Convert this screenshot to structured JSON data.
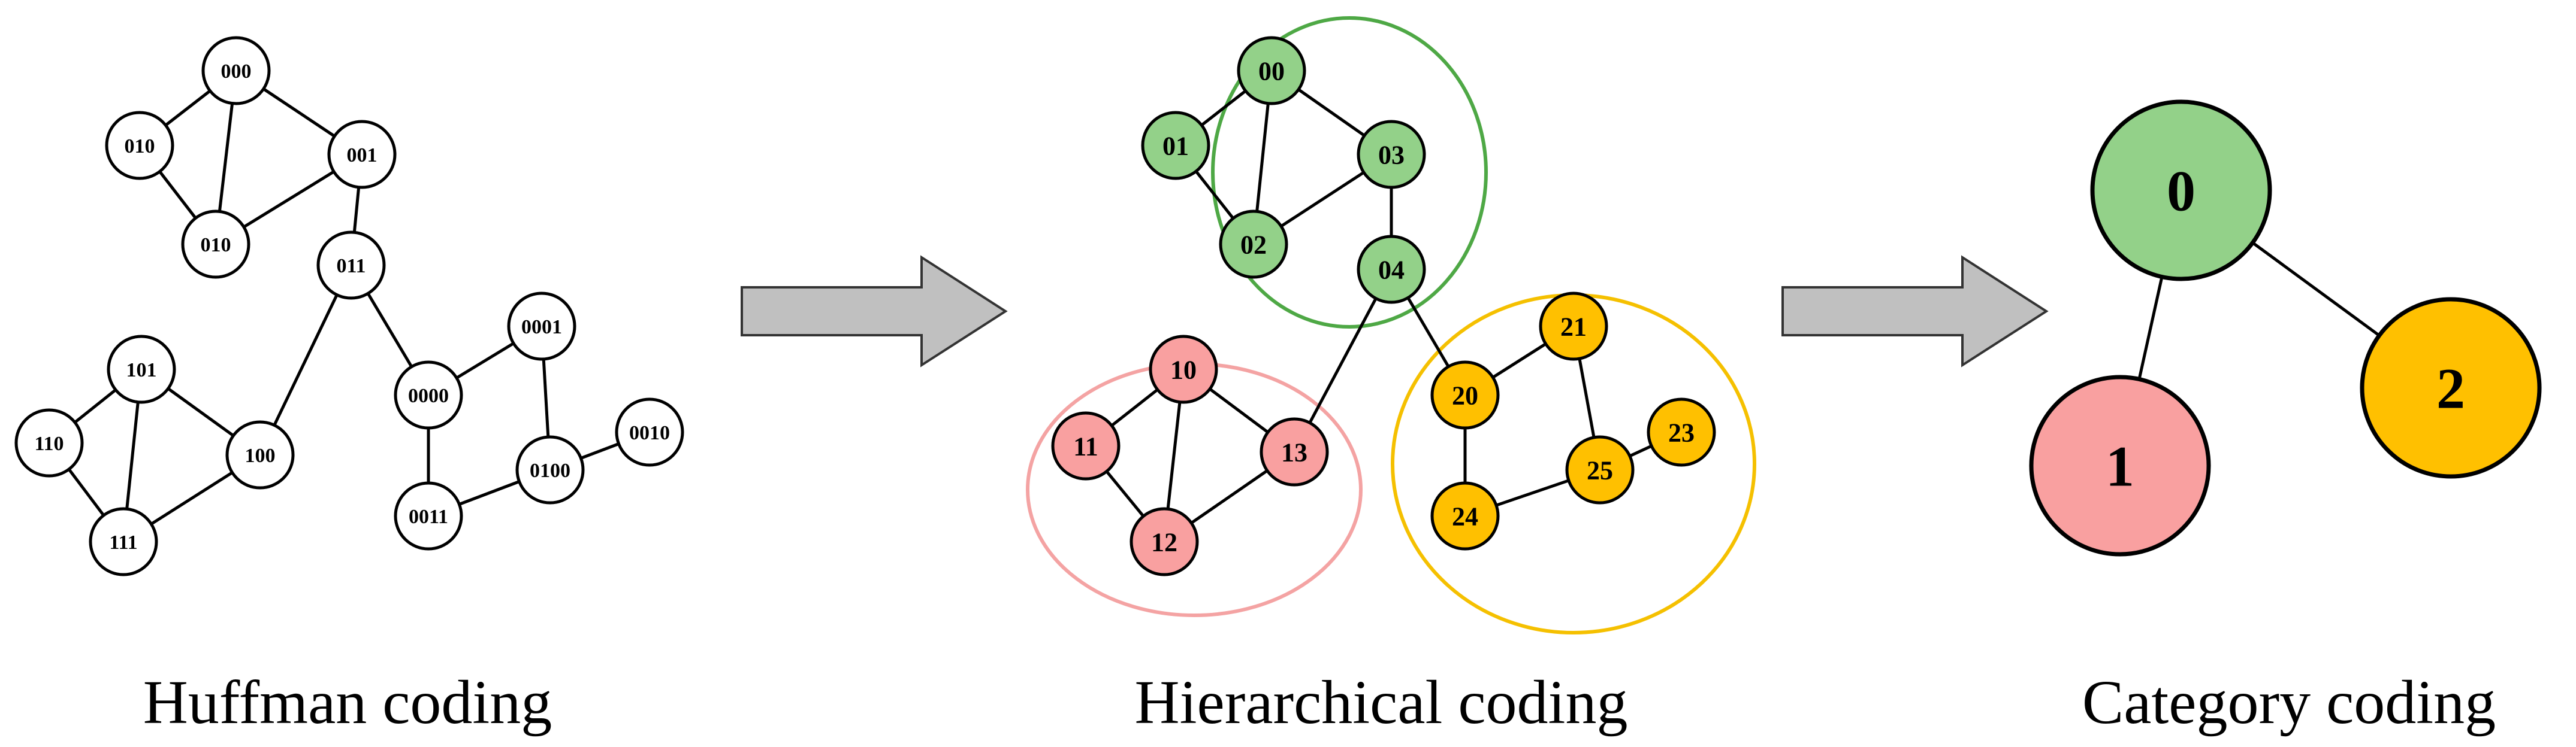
{
  "panels": [
    {
      "id": "huffman",
      "caption": "Huffman coding",
      "nodes": [
        {
          "id": "n000",
          "label": "000"
        },
        {
          "id": "n010a",
          "label": "010"
        },
        {
          "id": "n001",
          "label": "001"
        },
        {
          "id": "n010b",
          "label": "010"
        },
        {
          "id": "n011",
          "label": "011"
        },
        {
          "id": "n101",
          "label": "101"
        },
        {
          "id": "n110",
          "label": "110"
        },
        {
          "id": "n100",
          "label": "100"
        },
        {
          "id": "n111",
          "label": "111"
        },
        {
          "id": "n0001",
          "label": "0001"
        },
        {
          "id": "n0000",
          "label": "0000"
        },
        {
          "id": "n0010",
          "label": "0010"
        },
        {
          "id": "n0100",
          "label": "0100"
        },
        {
          "id": "n0011",
          "label": "0011"
        }
      ],
      "edges": [
        [
          "n000",
          "n010a"
        ],
        [
          "n000",
          "n001"
        ],
        [
          "n000",
          "n010b"
        ],
        [
          "n010a",
          "n010b"
        ],
        [
          "n010b",
          "n001"
        ],
        [
          "n001",
          "n011"
        ],
        [
          "n011",
          "n100"
        ],
        [
          "n011",
          "n0000"
        ],
        [
          "n101",
          "n110"
        ],
        [
          "n101",
          "n100"
        ],
        [
          "n101",
          "n111"
        ],
        [
          "n110",
          "n111"
        ],
        [
          "n111",
          "n100"
        ],
        [
          "n0000",
          "n0001"
        ],
        [
          "n0000",
          "n0011"
        ],
        [
          "n0001",
          "n0100"
        ],
        [
          "n0100",
          "n0011"
        ],
        [
          "n0100",
          "n0010"
        ]
      ]
    },
    {
      "id": "hierarchical",
      "caption": "Hierarchical coding",
      "groups": [
        {
          "id": "g0",
          "color": "#4ea845"
        },
        {
          "id": "g1",
          "color": "#f4a3a3"
        },
        {
          "id": "g2",
          "color": "#f5c000"
        }
      ],
      "nodes": [
        {
          "id": "h00",
          "label": "00",
          "group": "g0"
        },
        {
          "id": "h01",
          "label": "01",
          "group": "g0"
        },
        {
          "id": "h03",
          "label": "03",
          "group": "g0"
        },
        {
          "id": "h02",
          "label": "02",
          "group": "g0"
        },
        {
          "id": "h04",
          "label": "04",
          "group": "g0"
        },
        {
          "id": "h10",
          "label": "10",
          "group": "g1"
        },
        {
          "id": "h11",
          "label": "11",
          "group": "g1"
        },
        {
          "id": "h13",
          "label": "13",
          "group": "g1"
        },
        {
          "id": "h12",
          "label": "12",
          "group": "g1"
        },
        {
          "id": "h21",
          "label": "21",
          "group": "g2"
        },
        {
          "id": "h20",
          "label": "20",
          "group": "g2"
        },
        {
          "id": "h23",
          "label": "23",
          "group": "g2"
        },
        {
          "id": "h25",
          "label": "25",
          "group": "g2"
        },
        {
          "id": "h24",
          "label": "24",
          "group": "g2"
        }
      ],
      "edges": [
        [
          "h00",
          "h01"
        ],
        [
          "h00",
          "h03"
        ],
        [
          "h00",
          "h02"
        ],
        [
          "h01",
          "h02"
        ],
        [
          "h02",
          "h03"
        ],
        [
          "h03",
          "h04"
        ],
        [
          "h04",
          "h13"
        ],
        [
          "h04",
          "h20"
        ],
        [
          "h10",
          "h11"
        ],
        [
          "h10",
          "h13"
        ],
        [
          "h10",
          "h12"
        ],
        [
          "h11",
          "h12"
        ],
        [
          "h12",
          "h13"
        ],
        [
          "h21",
          "h20"
        ],
        [
          "h21",
          "h25"
        ],
        [
          "h20",
          "h24"
        ],
        [
          "h24",
          "h25"
        ],
        [
          "h25",
          "h23"
        ]
      ]
    },
    {
      "id": "category",
      "caption": "Category coding",
      "nodes": [
        {
          "id": "c0",
          "label": "0"
        },
        {
          "id": "c1",
          "label": "1"
        },
        {
          "id": "c2",
          "label": "2"
        }
      ],
      "edges": [
        [
          "c0",
          "c1"
        ],
        [
          "c0",
          "c2"
        ]
      ]
    }
  ],
  "colors": {
    "green": "#93d189",
    "pink": "#f9a0a0",
    "yellow": "#ffc000",
    "green_ring": "#4ea845",
    "pink_ring": "#f4a3a3",
    "yellow_ring": "#f5c000",
    "arrow_fill": "#c0c0c0"
  },
  "arrows": [
    "arrow-1",
    "arrow-2"
  ]
}
